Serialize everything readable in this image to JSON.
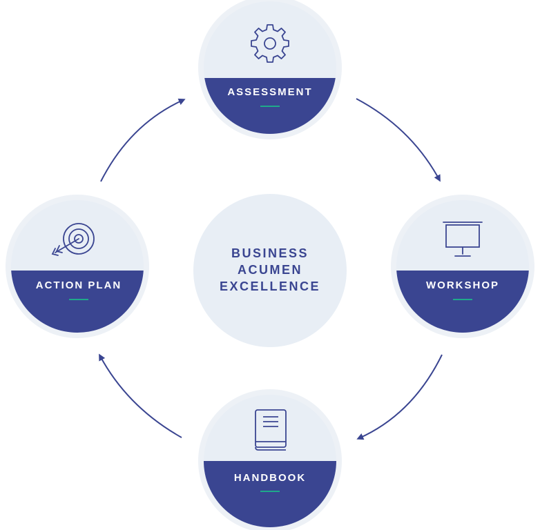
{
  "center": {
    "lines": [
      "BUSINESS",
      "ACUMEN",
      "EXCELLENCE"
    ]
  },
  "stages": {
    "assessment": {
      "label": "ASSESSMENT",
      "icon": "gear-icon"
    },
    "workshop": {
      "label": "WORKSHOP",
      "icon": "presentation-board-icon"
    },
    "handbook": {
      "label": "HANDBOOK",
      "icon": "book-icon"
    },
    "action_plan": {
      "label": "ACTION PLAN",
      "icon": "target-arrow-icon"
    }
  },
  "colors": {
    "navy": "#3a4591",
    "light_fill": "#e8eef5",
    "ring": "#edf1f6",
    "accent": "#1faa8a",
    "arrow": "#3a4591"
  }
}
